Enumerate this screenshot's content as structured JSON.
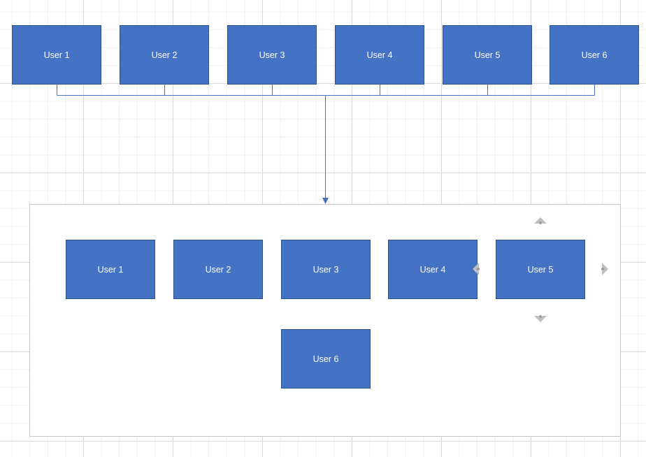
{
  "colors": {
    "shape_fill": "#4472c4",
    "shape_border": "#2f528f",
    "connector": "#4472c4",
    "handle": "#bfbfbf"
  },
  "top_row": [
    {
      "label": "User 1"
    },
    {
      "label": "User 2"
    },
    {
      "label": "User 3"
    },
    {
      "label": "User 4"
    },
    {
      "label": "User 5"
    },
    {
      "label": "User 6"
    }
  ],
  "container_items": [
    {
      "label": "User 1"
    },
    {
      "label": "User 2"
    },
    {
      "label": "User 3"
    },
    {
      "label": "User 4"
    },
    {
      "label": "User 5"
    },
    {
      "label": "User 6"
    }
  ],
  "handles": [
    "arrow-up-icon",
    "arrow-down-icon",
    "arrow-left-icon",
    "arrow-right-icon"
  ]
}
